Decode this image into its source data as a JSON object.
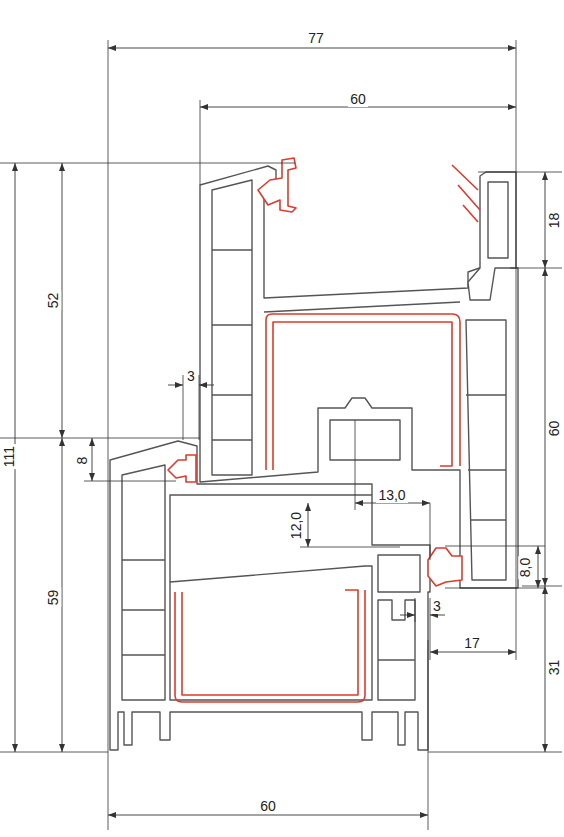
{
  "diagram": {
    "labels": [
      "77",
      "60",
      "111",
      "52",
      "59",
      "18",
      "60",
      "3",
      "8",
      "13,0",
      "12,0",
      "8,0",
      "3",
      "17",
      "31",
      "60"
    ]
  }
}
